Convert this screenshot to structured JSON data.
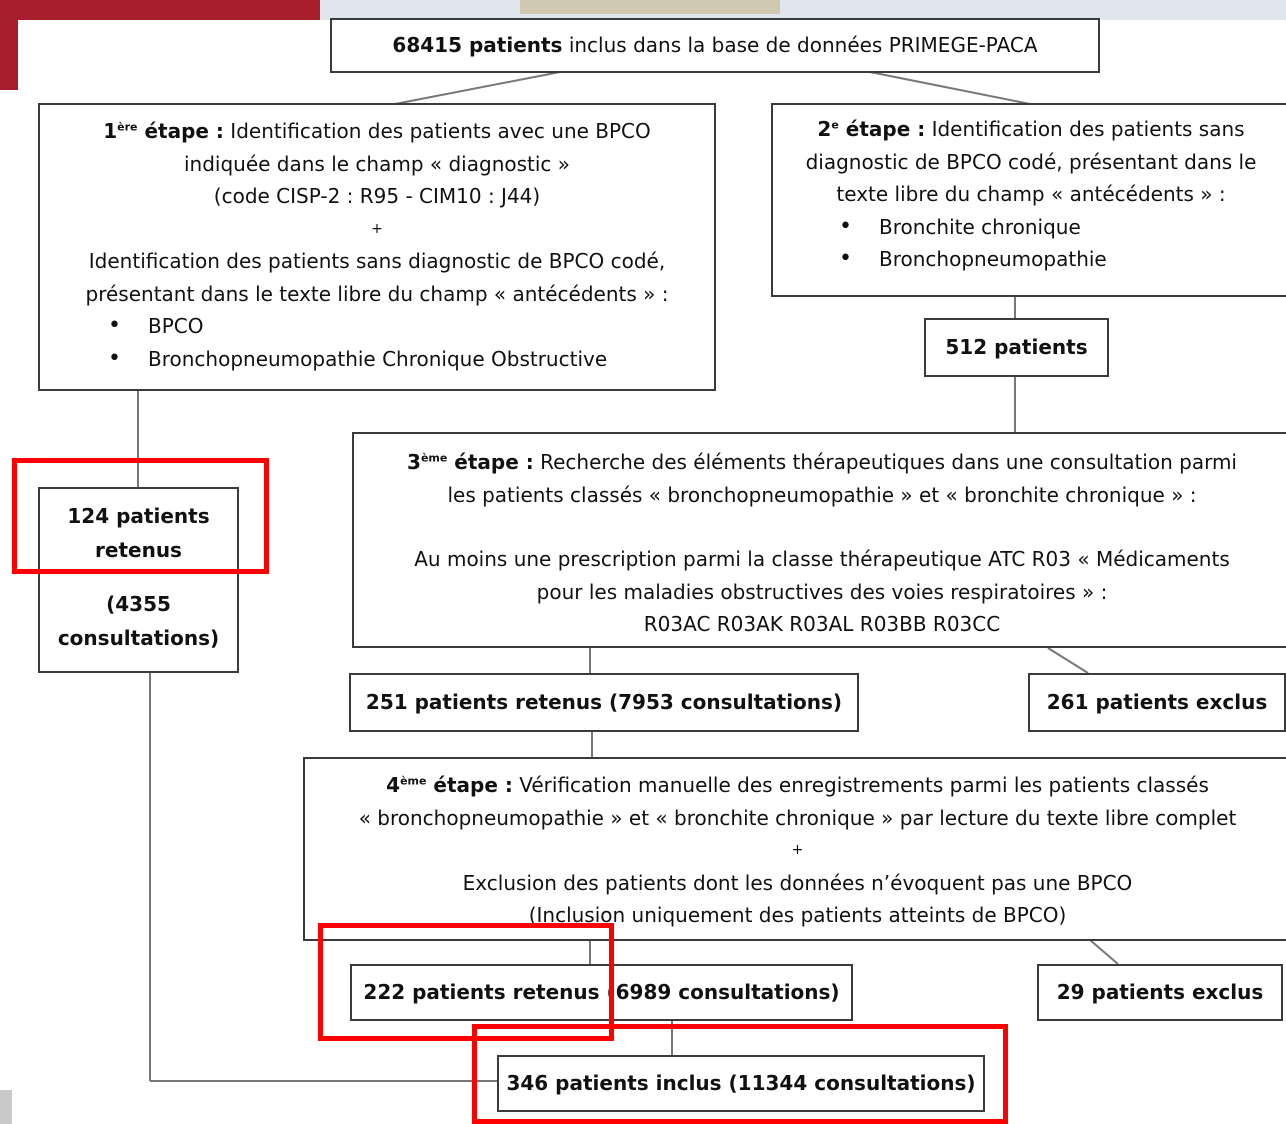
{
  "top": {
    "count": "68415 patients",
    "text": " inclus dans la base de données PRIMEGE-PACA"
  },
  "step1": {
    "num": "1",
    "sup": "ère",
    "label": " étape :",
    "line1": " Identification des patients avec une BPCO",
    "line2": "indiquée dans le champ « diagnostic »",
    "line3": "(code CISP-2 : R95 - CIM10 : J44)",
    "plus": "+",
    "line4": "Identification des patients sans diagnostic de BPCO codé,",
    "line5": "présentant dans le texte libre du champ « antécédents » :",
    "items": [
      "BPCO",
      "Bronchopneumopathie Chronique Obstructive"
    ]
  },
  "step2": {
    "num": "2",
    "sup": "e",
    "label": " étape :",
    "line1": " Identification des patients sans",
    "line2": "diagnostic de BPCO codé, présentant dans le",
    "line3": "texte libre du champ « antécédents » :",
    "items": [
      "Bronchite chronique",
      "Bronchopneumopathie"
    ]
  },
  "p512": "512 patients",
  "p124": {
    "line1": "124 patients",
    "line2": "retenus",
    "line3": "(4355",
    "line4": "consultations)"
  },
  "step3": {
    "num": "3",
    "sup": "ème",
    "label": " étape :",
    "line1": " Recherche des éléments thérapeutiques dans une consultation parmi",
    "line2": "les patients classés « bronchopneumopathie » et « bronchite chronique » :",
    "line3": "Au moins une prescription parmi la classe thérapeutique ATC R03 « Médicaments",
    "line4": "pour les maladies obstructives des voies respiratoires » :",
    "line5": "R03AC R03AK R03AL R03BB R03CC"
  },
  "p251": "251 patients retenus (7953 consultations)",
  "p261": "261 patients exclus",
  "step4": {
    "num": "4",
    "sup": "ème",
    "label": " étape :",
    "line1": "  Vérification manuelle des enregistrements parmi les patients classés",
    "line2": "« bronchopneumopathie » et « bronchite chronique » par lecture du texte libre complet",
    "plus": "+",
    "line3": "Exclusion des patients dont les données n’évoquent pas une BPCO",
    "line4": "(Inclusion uniquement des patients atteints de BPCO)"
  },
  "p222": "222 patients retenus (6989 consultations)",
  "p29": "29 patients exclus",
  "p346": "346 patients inclus (11344 consultations)",
  "colors": {
    "highlight": "#ff0000",
    "border": "#3b3b3b"
  }
}
